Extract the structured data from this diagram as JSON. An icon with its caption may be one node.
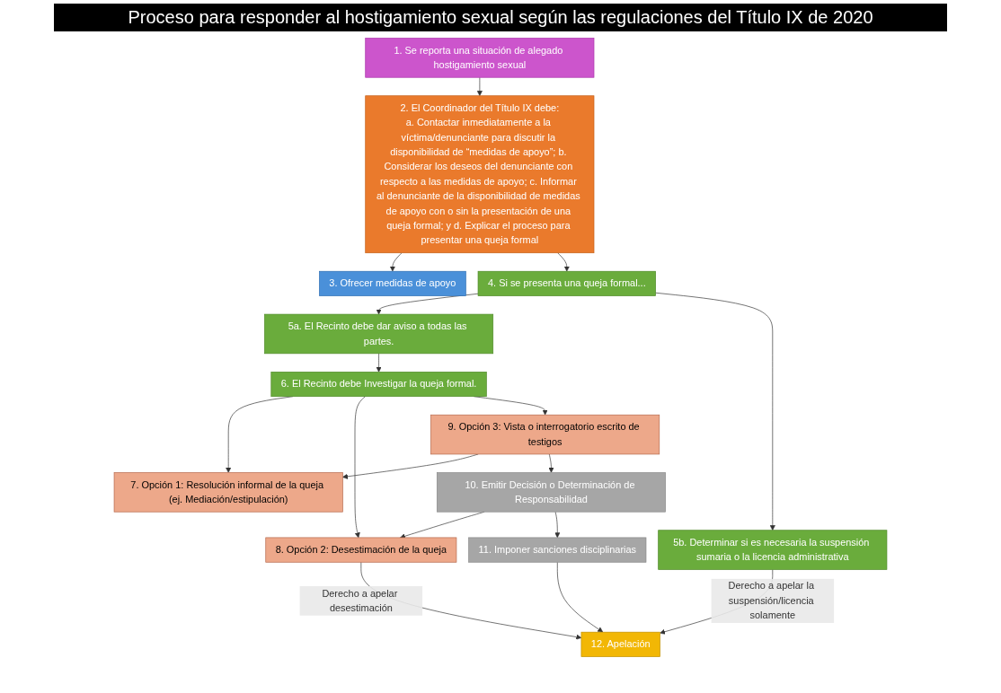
{
  "diagram": {
    "title": "Proceso para responder al hostigamiento sexual según las regulaciones del Título IX de 2020",
    "nodes": [
      {
        "text": [
          "1. Se reporta una situación de alegado hostigamiento sexual"
        ]
      },
      {
        "text": [
          "2. El Coordinador del Título IX debe:",
          "a. Contactar inmediatamente a la víctima/denunciante para discutir la disponibilidad de “medidas de apoyo”; b. Considerar los deseos del denunciante con respecto a las medidas de apoyo; c. Informar al denunciante de la disponibilidad de medidas de apoyo con o sin la presentación de una queja formal; y d. Explicar el proceso para presentar una queja formal"
        ]
      },
      {
        "text": [
          "3. Ofrecer medidas de apoyo"
        ]
      },
      {
        "text": [
          "4. Si se presenta una queja formal..."
        ]
      },
      {
        "text": [
          "5a. El Recinto debe dar aviso a todas las partes."
        ]
      },
      {
        "text": [
          "5b. Determinar si es necesaria la suspensión sumaria o la licencia administrativa"
        ]
      },
      {
        "text": [
          "6. El Recinto debe Investigar la queja formal."
        ]
      },
      {
        "text": [
          "7. Opción 1: Resolución informal de la queja (ej. Mediación/estipulación)"
        ]
      },
      {
        "text": [
          "8. Opción 2: Desestimación de la queja"
        ]
      },
      {
        "text": [
          "9. Opción 3: Vista o interrogatorio escrito de testigos"
        ]
      },
      {
        "text": [
          "10. Emitir Decisión o Determinación de Responsabilidad"
        ]
      },
      {
        "text": [
          "11. Imponer sanciones disciplinarias"
        ]
      },
      {
        "text": [
          "12. Apelación"
        ]
      }
    ],
    "edges": [
      {
        "from": 0,
        "to": 1,
        "arrow": "to"
      },
      {
        "from": 1,
        "to": 2,
        "arrow": "to"
      },
      {
        "from": 1,
        "to": 3,
        "arrow": "to"
      },
      {
        "from": 3,
        "to": 4,
        "arrow": "to"
      },
      {
        "from": 3,
        "to": 5,
        "arrow": "to"
      },
      {
        "from": 4,
        "to": 6,
        "arrow": "to"
      },
      {
        "from": 6,
        "to": 7,
        "arrow": "to"
      },
      {
        "from": 6,
        "to": 8,
        "arrow": "to"
      },
      {
        "from": 6,
        "to": 9,
        "arrow": "to"
      },
      {
        "from": 9,
        "to": 7,
        "arrow": "to"
      },
      {
        "from": 9,
        "to": 10,
        "arrow": "to"
      },
      {
        "from": 10,
        "to": 8,
        "arrow": "to"
      },
      {
        "from": 10,
        "to": 11,
        "arrow": "to"
      },
      {
        "from": 11,
        "to": 12,
        "arrow": "to"
      },
      {
        "from": 5,
        "to": 12,
        "arrow": "to",
        "label": "Derecho a apelar la suspensión/licencia solamente"
      },
      {
        "from": 8,
        "to": 12,
        "arrow": "to",
        "label": "Derecho a apelar desestimación"
      }
    ]
  }
}
